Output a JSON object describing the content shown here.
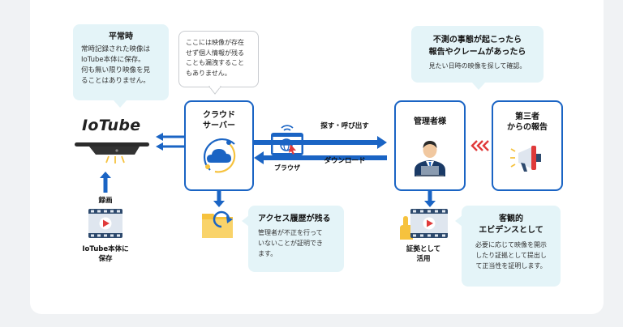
{
  "normal": {
    "title": "平常時",
    "lines": [
      "常時記録された映像は",
      "IoTube本体に保存。",
      "何も無い限り映像を見",
      "ることはありません。"
    ]
  },
  "privacy_note": {
    "lines": [
      "ここには映像が存在",
      "せず個人情報が残る",
      "ことも漏洩すること",
      "もありません。"
    ]
  },
  "incident": {
    "title_lines": [
      "不測の事態が起こったら",
      "報告やクレームがあったら"
    ],
    "desc": "見たい日時の映像を探して確認。"
  },
  "device": {
    "logo": "IoTube"
  },
  "cloud": {
    "label_lines": [
      "クラウド",
      "サーバー"
    ]
  },
  "browser": {
    "label": "ブラウザ",
    "search_label": "探す・呼び出す",
    "download_label": "ダウンロード"
  },
  "manager": {
    "label": "管理者様"
  },
  "third_party": {
    "label_lines": [
      "第三者",
      "からの報告"
    ]
  },
  "record": {
    "label": "録画",
    "save_lines": [
      "IoTube本体に",
      "保存"
    ]
  },
  "access": {
    "title": "アクセス履歴が残る",
    "lines": [
      "管理者が不正を行って",
      "いないことが証明でき",
      "ます。"
    ]
  },
  "evidence": {
    "label_lines": [
      "証拠として",
      "活用"
    ]
  },
  "objective": {
    "title_lines": [
      "客観的",
      "エビデンスとして"
    ],
    "lines": [
      "必要に応じて映像を開示",
      "したり証拠として提出し",
      "て正当性を証明します。"
    ]
  },
  "colors": {
    "accent": "#1a64c4",
    "bubble": "#e4f4f8",
    "alert": "#e03a3a",
    "cloud_yellow": "#f6c23e"
  }
}
